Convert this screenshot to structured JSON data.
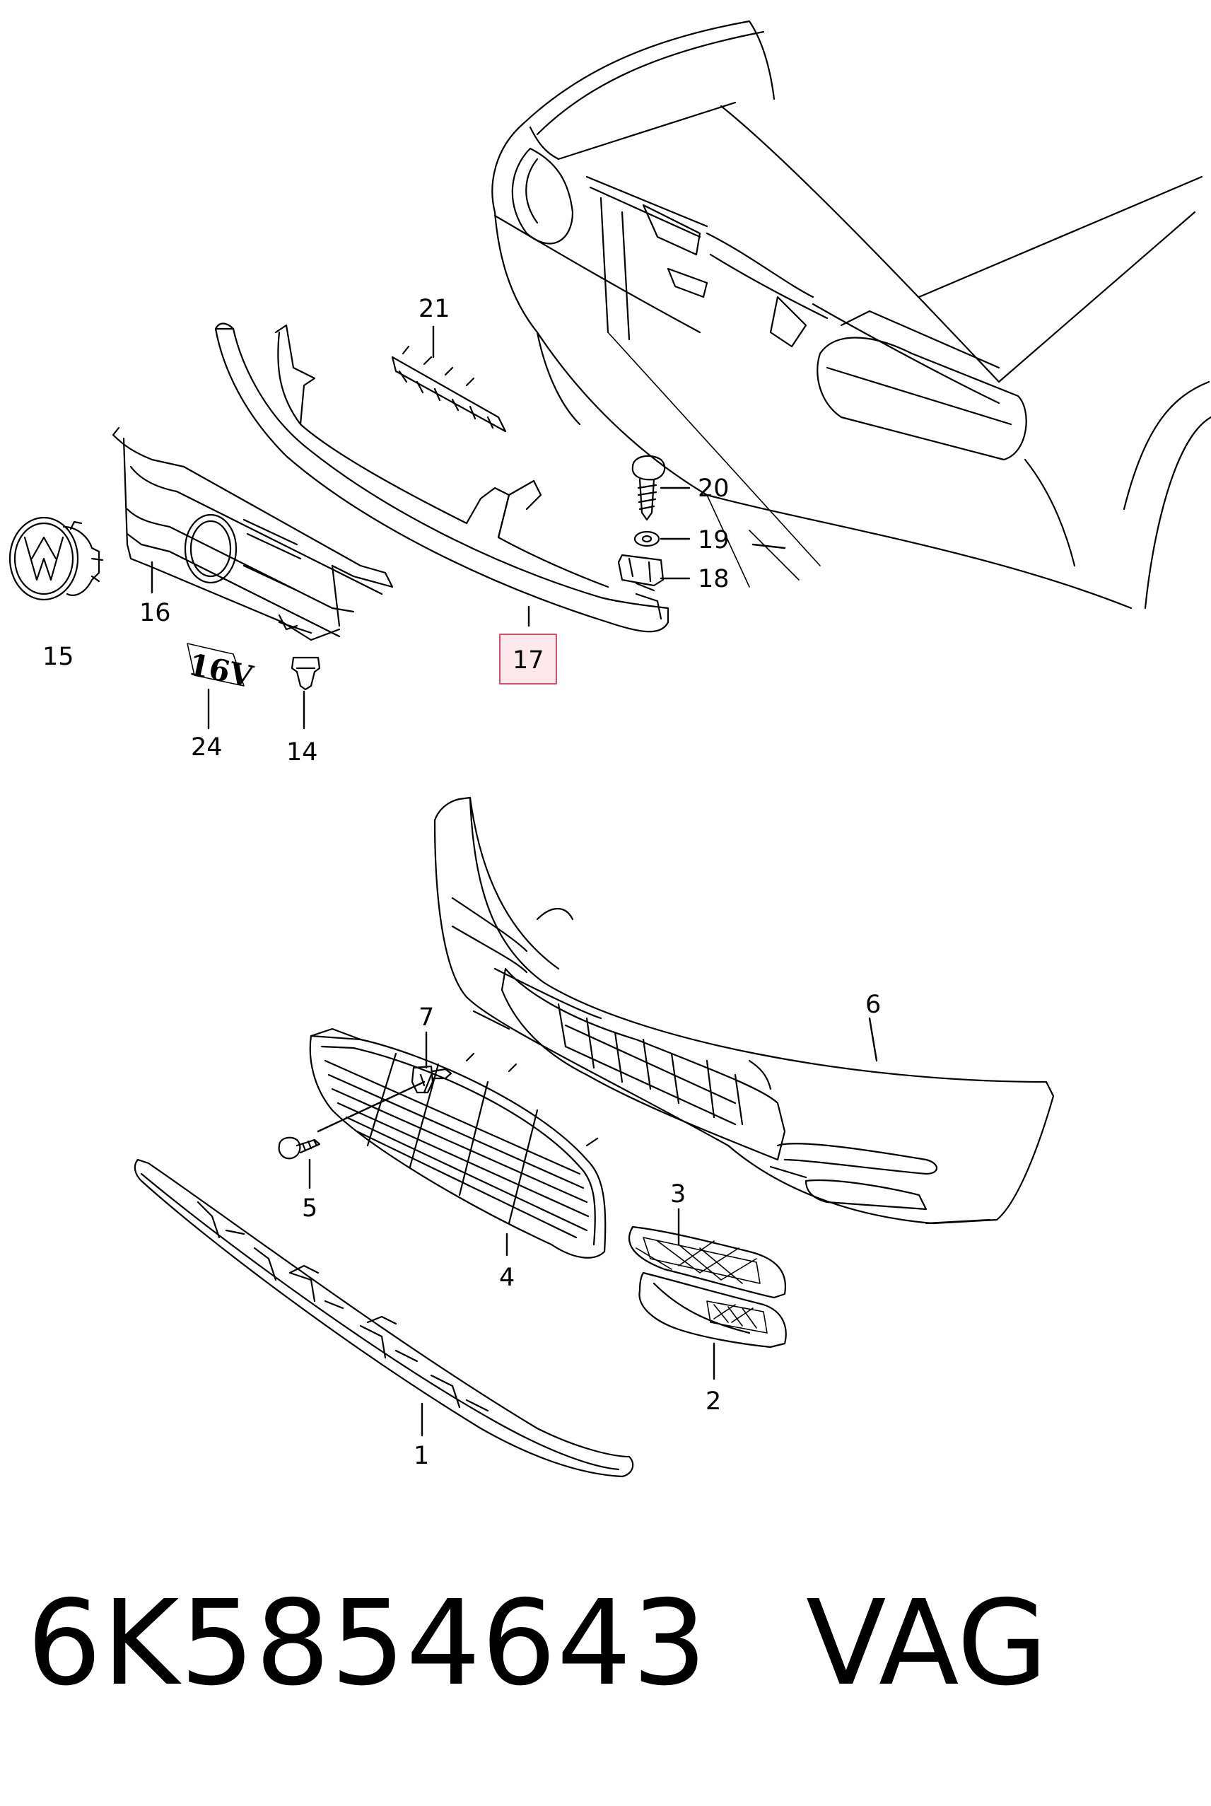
{
  "callouts": {
    "c1": "1",
    "c2": "2",
    "c3": "3",
    "c4": "4",
    "c5": "5",
    "c6": "6",
    "c7": "7",
    "c14": "14",
    "c15": "15",
    "c16": "16",
    "c17": "17",
    "c18": "18",
    "c19": "19",
    "c20": "20",
    "c21": "21",
    "c24": "24"
  },
  "emblem_text": "16V",
  "highlighted_callout": "17",
  "footer": {
    "part_number": "6K5854643",
    "brand": "VAG"
  },
  "colors": {
    "line": "#000000",
    "highlight_fill": "#fde9ec",
    "highlight_border": "#d94f6a"
  }
}
